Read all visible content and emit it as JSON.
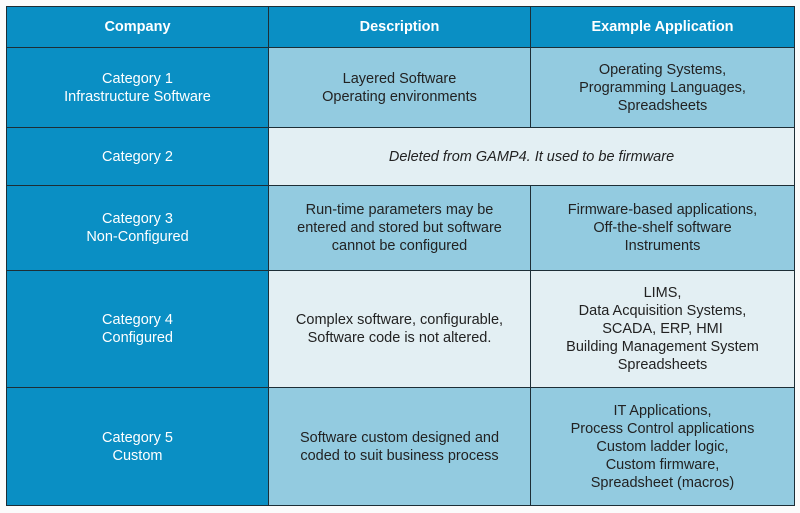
{
  "headers": [
    "Company",
    "Description",
    "Example Application"
  ],
  "rows": [
    {
      "category": "Category 1\nInfrastructure Software",
      "description": "Layered Software\nOperating environments",
      "example": "Operating Systems,\nProgramming Languages,\nSpreadsheets"
    },
    {
      "category": "Category 2",
      "merged": "Deleted from GAMP4. It used to be firmware"
    },
    {
      "category": "Category 3\nNon-Configured",
      "description": "Run-time parameters may be\nentered and stored but software\ncannot be configured",
      "example": "Firmware-based applications,\nOff-the-shelf software\nInstruments"
    },
    {
      "category": "Category 4\nConfigured",
      "description": "Complex software, configurable,\nSoftware code is not altered.",
      "example": "LIMS,\nData Acquisition Systems,\nSCADA, ERP, HMI\nBuilding Management System\nSpreadsheets"
    },
    {
      "category": "Category 5\nCustom",
      "description": "Software custom designed and\ncoded to suit business process",
      "example": "IT Applications,\nProcess Control applications\nCustom ladder logic,\nCustom firmware,\nSpreadsheet (macros)"
    }
  ],
  "colors": {
    "header": "#0a8fc4",
    "light": "#93cbe0",
    "pale": "#e3eff3"
  }
}
